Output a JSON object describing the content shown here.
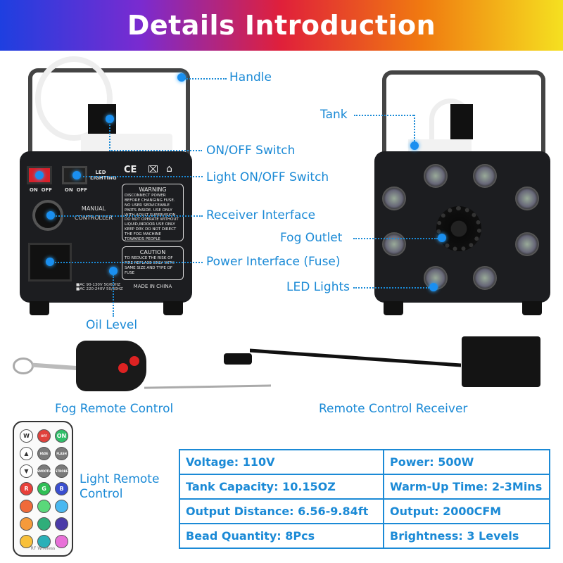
{
  "header": {
    "title": "Details Introduction"
  },
  "colors": {
    "accent": "#1b8ad6",
    "device": "#1c1d20"
  },
  "callouts": {
    "handle": "Handle",
    "onoff": "ON/OFF Switch",
    "light_onoff": "Light ON/OFF Switch",
    "receiver": "Receiver Interface",
    "power": "Power Interface (Fuse)",
    "oil": "Oil Level",
    "tank": "Tank",
    "fog_outlet": "Fog Outlet",
    "led_lights": "LED Lights",
    "fog_remote": "Fog Remote Control",
    "receiver_remote": "Remote Control Receiver",
    "light_remote": "Light Remote Control"
  },
  "device_back": {
    "on": "ON",
    "off": "OFF",
    "led": "LED",
    "lighting": "LIGHTING",
    "manual": "MANUAL",
    "controller": "CONTROLLER",
    "ce": "CE",
    "warning_title": "WARNING",
    "warning_text": "DISCONNECT POWER BEFORE CHANGING FUSE. NO USER SERVICEABLE PARTS INSIDE. USE ONLY WITH ADULT SUPERVISION. DO NOT OPERATE WITHOUT LIQUID,INDOOR USE ONLY KEEP DRY. DO NOT DIRECT THE FOG MACHINE TOWARDS PEOPLE",
    "caution_title": "CAUTION",
    "caution_text": "TO REDUCE THE RISK OF FIRE REPLACE ONLY WITH SAME SIZE AND TYPE OF FUSE",
    "made_in": "MADE IN CHINA",
    "ac1": "■AC 90-130V 50/60HZ",
    "ac2": "■AC 220-240V 50/60HZ"
  },
  "remote": {
    "buttons": [
      {
        "t": "W",
        "c": "#ffffff"
      },
      {
        "t": "OFF",
        "c": "#e0413c"
      },
      {
        "t": "ON",
        "c": "#2fbf6a"
      },
      {
        "t": "▲",
        "c": "#ffffff"
      },
      {
        "t": "FADE",
        "c": "#7a7a7a"
      },
      {
        "t": "FLASH",
        "c": "#7a7a7a"
      },
      {
        "t": "▼",
        "c": "#ffffff"
      },
      {
        "t": "SMOOTH",
        "c": "#7a7a7a"
      },
      {
        "t": "STROBE",
        "c": "#7a7a7a"
      },
      {
        "t": "R",
        "c": "#e8403a"
      },
      {
        "t": "G",
        "c": "#2fbf55"
      },
      {
        "t": "B",
        "c": "#3a4fd0"
      },
      {
        "t": "",
        "c": "#f06a3a"
      },
      {
        "t": "",
        "c": "#5ad87a"
      },
      {
        "t": "",
        "c": "#4ab8f0"
      },
      {
        "t": "",
        "c": "#f59a3a"
      },
      {
        "t": "",
        "c": "#2fae7a"
      },
      {
        "t": "",
        "c": "#4a3aa8"
      },
      {
        "t": "",
        "c": "#f8c03a"
      },
      {
        "t": "",
        "c": "#2ab0b8"
      },
      {
        "t": "",
        "c": "#e870d8"
      }
    ],
    "brand": "RF Wireless"
  },
  "specs": [
    [
      "Voltage: 110V",
      "Power: 500W"
    ],
    [
      "Tank Capacity: 10.15OZ",
      "Warm-Up Time: 2-3Mins"
    ],
    [
      "Output Distance: 6.56-9.84ft",
      "Output: 2000CFM"
    ],
    [
      "Bead Quantity: 8Pcs",
      "Brightness: 3 Levels"
    ]
  ]
}
